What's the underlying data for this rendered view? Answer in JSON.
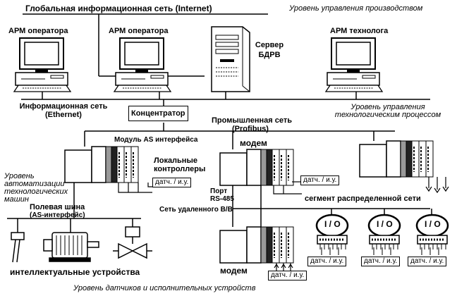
{
  "network": {
    "internet": "Глобальная информационная сеть  (Internet)",
    "ethernet_l1": "Информационная сеть",
    "ethernet_l2": "(Ethernet)",
    "profibus_l1": "Промышленная сеть",
    "profibus_l2": "(Profibus)"
  },
  "levels": {
    "production": "Уровень управления производством",
    "tech_l1": "Уровень управления",
    "tech_l2": "технологическим процессом",
    "machine_l1": "Уровень",
    "machine_l2": "автоматизации",
    "machine_l3": "технологических",
    "machine_l4": "машин",
    "sensors": "Уровень     датчиков     и     исполнительных     устройств"
  },
  "nodes": {
    "arm_operator_1": "АРМ оператора",
    "arm_operator_2": "АРМ оператора",
    "server_l1": "Сервер",
    "server_l2": "БДРВ",
    "arm_technolog": "АРМ технолога",
    "concentrator": "Концентратор",
    "as_module": "Модуль AS интерфейса",
    "modem_top": "модем",
    "local_l1": "Локальные",
    "local_l2": "контроллеры",
    "port_l1": "Порт",
    "port_l2": "RS-485",
    "segment": "сегмент  распределенной сети",
    "remote_io": "Сеть удаленного В/В",
    "field_l1": "Полевая шина",
    "field_l2": "(AS-интерфейс)",
    "intelligent": "интеллектуальные  устройства",
    "modem_bottom": "модем",
    "io_label": "I / O",
    "sensor_box": "датч. / и.у."
  }
}
